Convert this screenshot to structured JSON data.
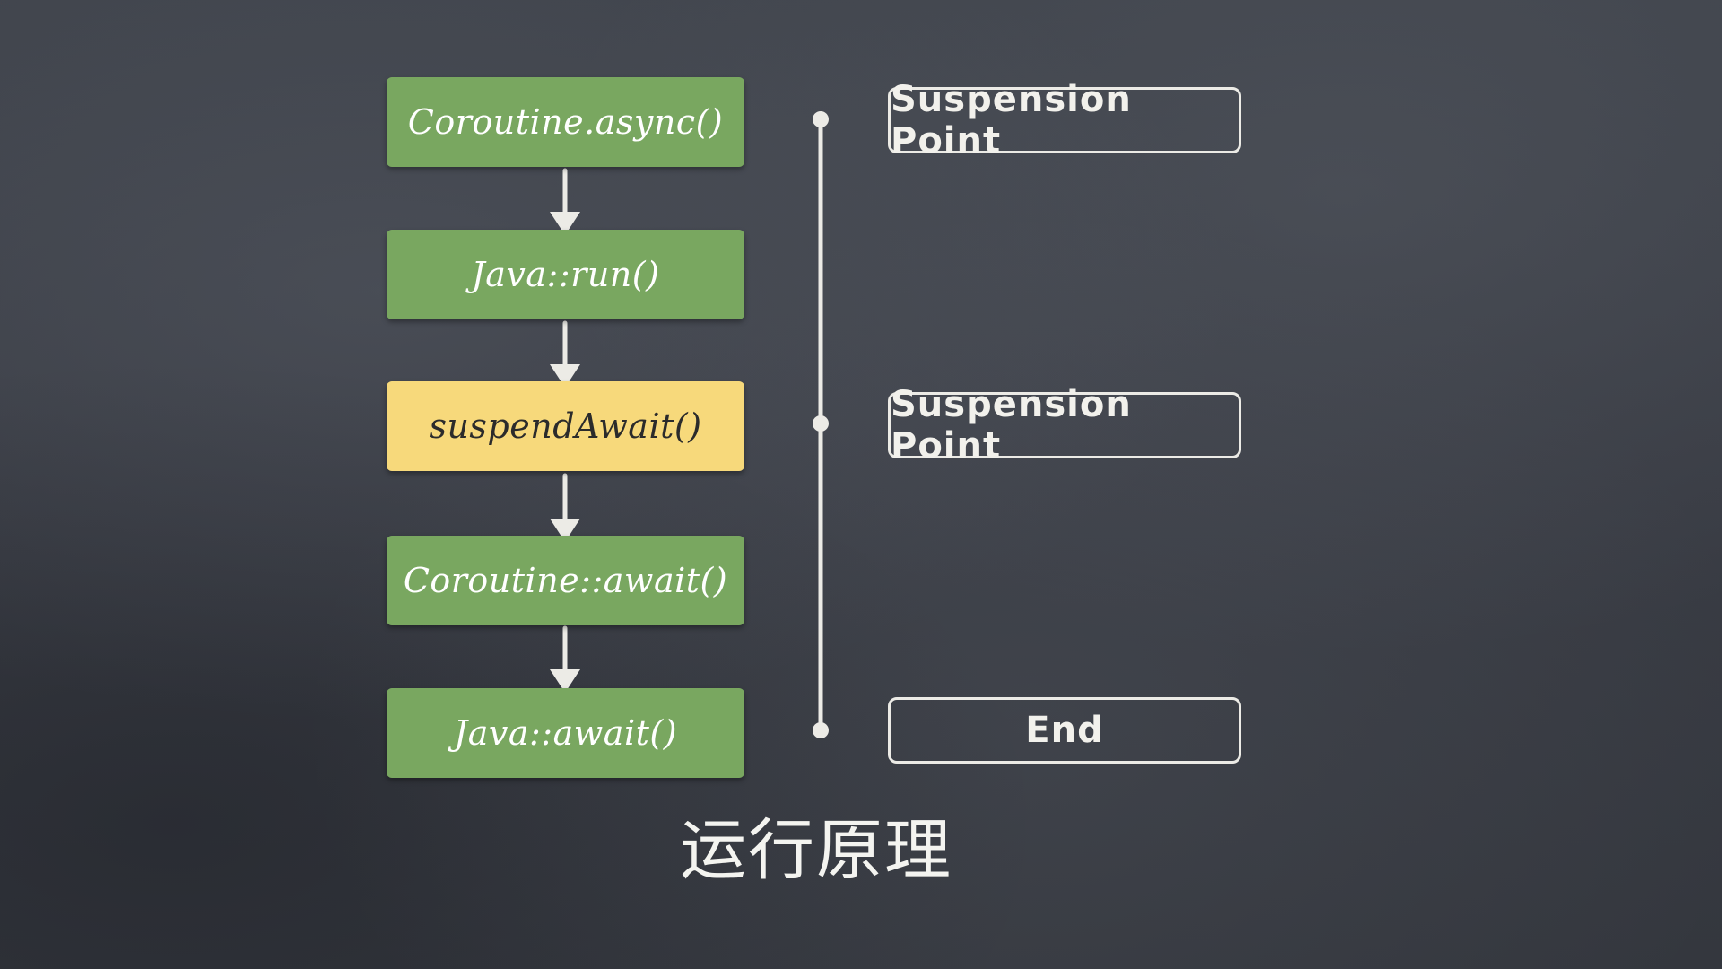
{
  "diagram": {
    "flow_steps": [
      {
        "label": "Coroutine.async()",
        "highlight": false
      },
      {
        "label": "Java::run()",
        "highlight": false
      },
      {
        "label": "suspendAwait()",
        "highlight": true
      },
      {
        "label": "Coroutine::await()",
        "highlight": false
      },
      {
        "label": "Java::await()",
        "highlight": false
      }
    ],
    "timeline_markers": [
      {
        "label": "Suspension Point"
      },
      {
        "label": "Suspension Point"
      },
      {
        "label": "End"
      }
    ],
    "title": "运行原理"
  },
  "colors": {
    "background": "#3a3d45",
    "step_box": "#79a760",
    "highlight_box": "#f7d97b",
    "chalk": "#ecebe6"
  }
}
